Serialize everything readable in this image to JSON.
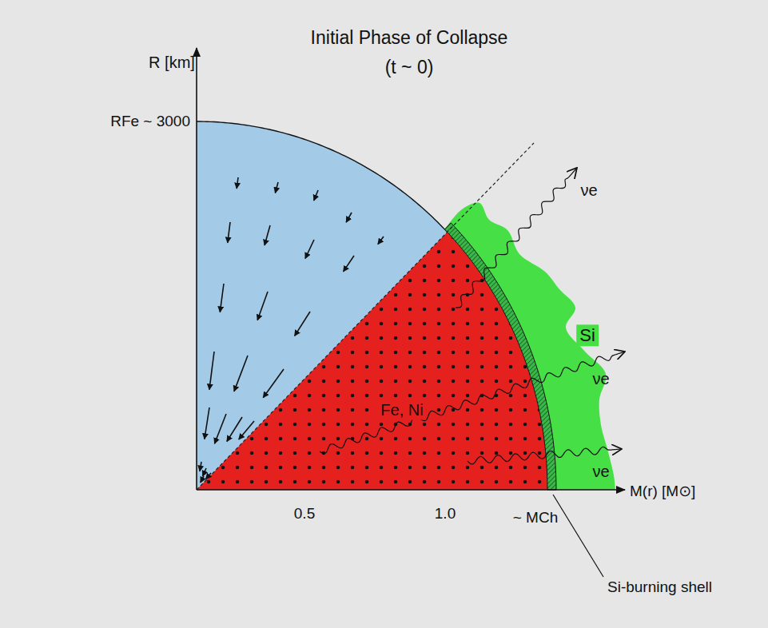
{
  "diagram": {
    "title": "Initial Phase of Collapse (t ~ 0)",
    "nodes": [
      {
        "text": [
          "Fe, Ni"
        ]
      },
      {
        "text": [
          "Si"
        ]
      }
    ],
    "labels": [
      "R [km]",
      "RFe ~ 3000",
      "0.5",
      "1.0",
      "~ MCh",
      "M(r) [M⊙]",
      "Si-burning shell",
      "νe",
      "νe",
      "νe"
    ]
  }
}
